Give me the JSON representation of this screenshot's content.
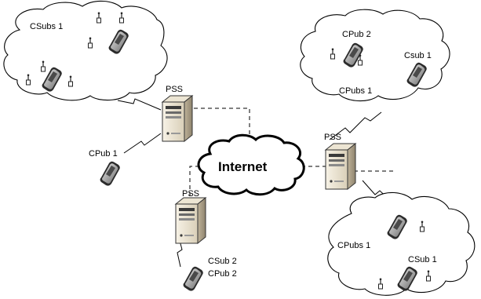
{
  "labels": {
    "csubs1": "CSubs 1",
    "cpub2": "CPub 2",
    "csub1_top": "Csub 1",
    "cpubs1_top": "CPubs 1",
    "pss_left": "PSS",
    "pss_right": "PSS",
    "pss_center": "PSS",
    "cpub1": "CPub 1",
    "internet": "Internet",
    "csub2": "CSub 2",
    "cpub2_bottom": "CPub 2",
    "cpubs1_bottom": "CPubs 1",
    "csub1_bottom": "CSub 1"
  }
}
